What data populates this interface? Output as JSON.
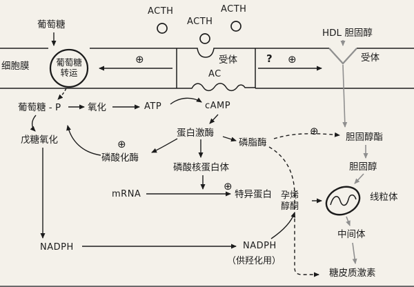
{
  "colors": {
    "bg": "#f4f1ea",
    "ink": "#1c1c1c",
    "gray": "#8f8f8f"
  },
  "labels": {
    "glucose": "葡萄糖",
    "acth": "ACTH",
    "hdl_cholesterol": "HDL 胆固醇",
    "cell_membrane": "细胞膜",
    "glucose_transporter": "葡萄糖转运",
    "receptor": "受体",
    "adenylate_cyclase": "AC",
    "glucose_p": "葡萄糖 - P",
    "oxidation": "氧化",
    "atp": "ATP",
    "camp": "cAMP",
    "pentose_oxidation": "戊糖氧化",
    "protein_kinase": "蛋白激酶",
    "phospholipase": "磷脂酶",
    "phosphorylase": "磷酸化酶",
    "cholesterol_ester": "胆固醇酯",
    "phospho_nucleoprotein": "磷酸核蛋白体",
    "cholesterol": "胆固醇",
    "mrna": "mRNA",
    "specific_protein": "特异蛋白",
    "pregnenolone": "孕烯醇酮",
    "mitochondria": "线粒体",
    "intermediate": "中间体",
    "nadph": "NADPH",
    "for_hydroxylation": "（供羟化用）",
    "glucocorticoid": "糖皮质激素"
  },
  "symbols": {
    "plus": "⊕",
    "question": "?"
  }
}
